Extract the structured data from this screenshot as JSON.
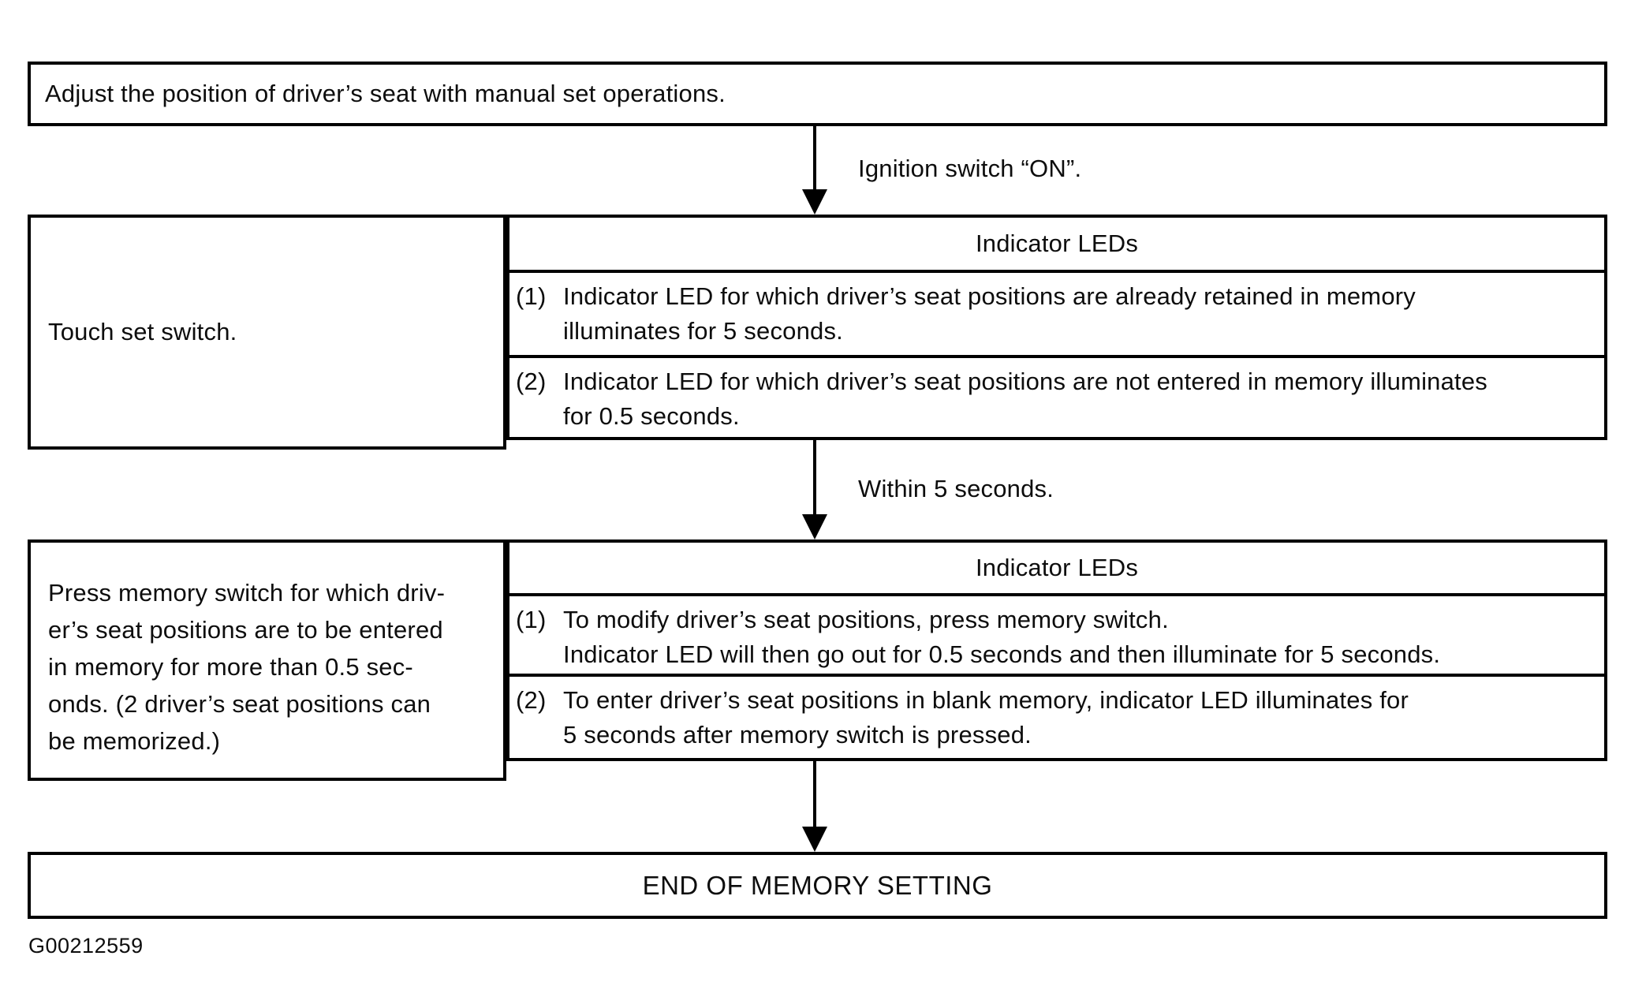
{
  "flowchart": {
    "step1": {
      "text": "Adjust the position of driver’s seat with manual set operations."
    },
    "connector1": {
      "label": "Ignition switch “ON”."
    },
    "step2": {
      "action": "Touch set switch.",
      "result": {
        "header": "Indicator LEDs",
        "items": [
          {
            "marker": "(1)",
            "line1": "Indicator LED for which driver’s seat positions are already retained in memory",
            "line2": "illuminates for 5 seconds."
          },
          {
            "marker": "(2)",
            "line1": "Indicator LED for which driver’s seat positions are not entered in memory illuminates",
            "line2": "for 0.5 seconds."
          }
        ]
      }
    },
    "connector2": {
      "label": "Within 5 seconds."
    },
    "step3": {
      "action_lines": [
        "Press memory switch for which driv-",
        "er’s seat positions are to be entered",
        "in memory for more than 0.5 sec-",
        "onds. (2 driver’s seat positions can",
        "be memorized.)"
      ],
      "result": {
        "header": "Indicator LEDs",
        "items": [
          {
            "marker": "(1)",
            "line1": "To modify driver’s seat positions, press memory switch.",
            "line2": "Indicator LED will then go out for 0.5 seconds and then illuminate for 5 seconds."
          },
          {
            "marker": "(2)",
            "line1": "To enter driver’s seat positions in blank memory, indicator LED illuminates for",
            "line2": "5 seconds after memory switch is pressed."
          }
        ]
      }
    },
    "end": {
      "text": "END OF MEMORY SETTING"
    },
    "figure_id": "G00212559"
  }
}
